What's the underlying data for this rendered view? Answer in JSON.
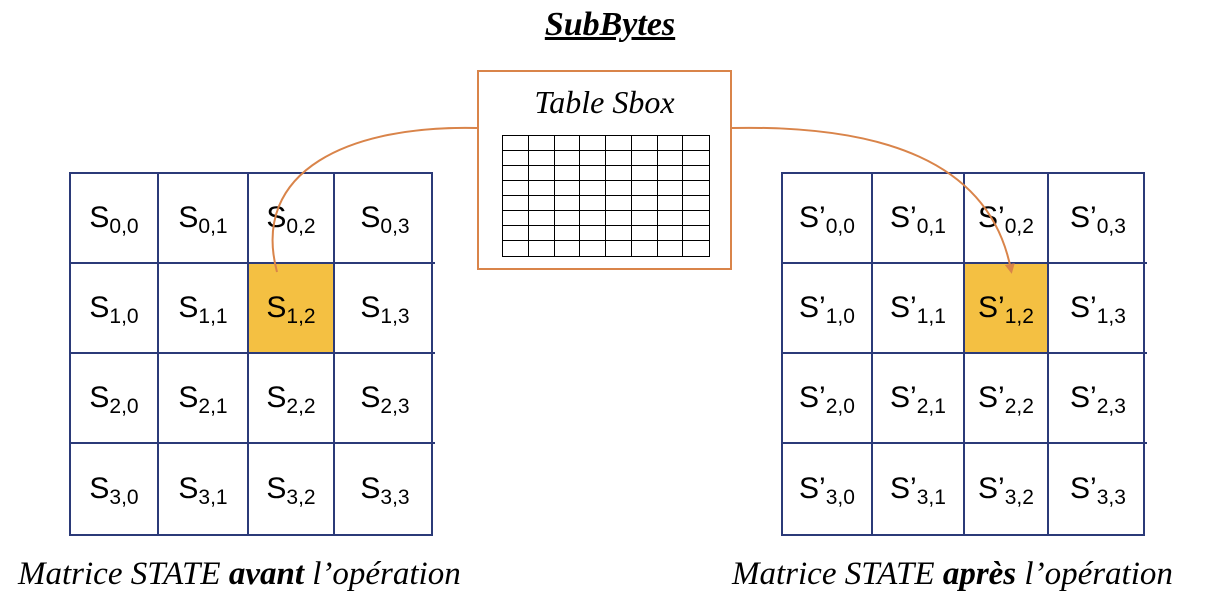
{
  "title": "SubBytes",
  "sbox": {
    "label": "Table Sbox",
    "rows": 8,
    "cols": 8
  },
  "colors": {
    "highlight": "#f4c042",
    "grid_border": "#2b3a78",
    "arrow": "#d9844a"
  },
  "left_matrix": {
    "base": "S",
    "highlight": [
      1,
      2
    ],
    "caption": {
      "prefix": "Matrice STATE ",
      "bold": "avant",
      "suffix": " l’opération"
    }
  },
  "right_matrix": {
    "base": "S’",
    "highlight": [
      1,
      2
    ],
    "caption": {
      "prefix": "Matrice STATE ",
      "bold": "après",
      "suffix": " l’opération"
    }
  }
}
